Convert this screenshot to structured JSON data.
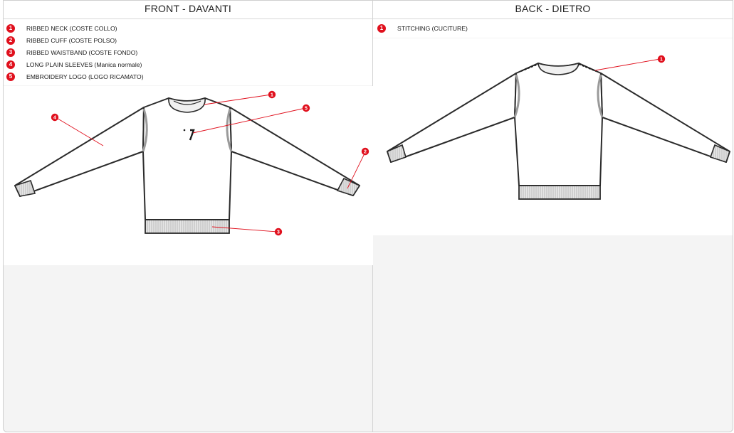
{
  "front": {
    "title": "FRONT - DAVANTI",
    "legend": [
      {
        "num": "1",
        "label": "RIBBED NECK (COSTE COLLO)"
      },
      {
        "num": "2",
        "label": "RIBBED CUFF (COSTE POLSO)"
      },
      {
        "num": "3",
        "label": "RIBBED WAISTBAND (COSTE FONDO)"
      },
      {
        "num": "4",
        "label": "LONG PLAIN SLEEVES (Manica normale)"
      },
      {
        "num": "5",
        "label": "EMBROIDERY LOGO (LOGO RICAMATO)"
      }
    ],
    "callouts": [
      "1",
      "5",
      "4",
      "2",
      "3"
    ]
  },
  "back": {
    "title": "BACK - DIETRO",
    "legend": [
      {
        "num": "1",
        "label": "STITCHING (CUCITURE)"
      }
    ],
    "callouts": [
      "1"
    ]
  },
  "colors": {
    "accent": "#e0101d",
    "outline": "#2b2b2b",
    "rib": "#b9b9b9",
    "panel_bg": "#f4f4f4"
  }
}
